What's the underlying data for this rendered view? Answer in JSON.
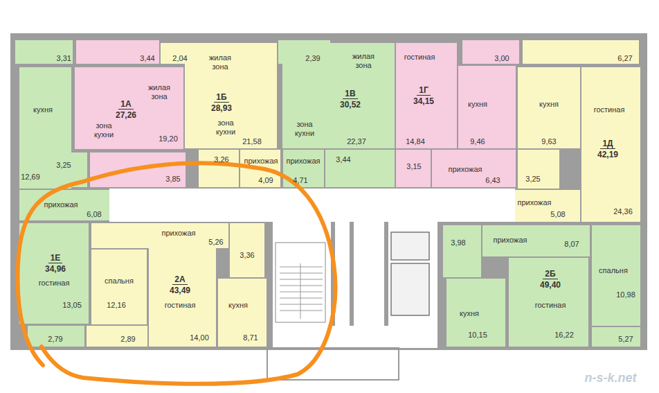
{
  "diagram": {
    "nodes": [
      {
        "text": [
          "3,31"
        ]
      },
      {
        "text": [
          "3,44"
        ]
      },
      {
        "text": [
          "2,04"
        ]
      },
      {
        "text": [
          "2,39"
        ]
      },
      {
        "text": [
          "3,00"
        ]
      },
      {
        "text": [
          "6,27"
        ]
      },
      {
        "text": [
          "кухня",
          "12,69"
        ]
      },
      {
        "text": [
          "жилая зона",
          "1А",
          "27,26",
          "зона кухни",
          "19,20"
        ]
      },
      {
        "text": [
          "жилая зона",
          "1Б",
          "28,93",
          "зона кухни",
          "21,58"
        ]
      },
      {
        "text": [
          "жилая зона",
          "1В",
          "30,52",
          "зона кухни",
          "22,37"
        ]
      },
      {
        "text": [
          "гостиная",
          "1Г",
          "34,15",
          "14,84"
        ]
      },
      {
        "text": [
          "кухня",
          "9,46"
        ]
      },
      {
        "text": [
          "кухня",
          "9,63"
        ]
      },
      {
        "text": [
          "гостиная",
          "1Д",
          "42,19",
          "24,36"
        ]
      },
      {
        "text": [
          "3,25"
        ]
      },
      {
        "text": [
          "3,85"
        ]
      },
      {
        "text": [
          "3,26"
        ]
      },
      {
        "text": [
          "прихожая",
          "4,09"
        ]
      },
      {
        "text": [
          "прихожая",
          "4,71"
        ]
      },
      {
        "text": [
          "3,44"
        ]
      },
      {
        "text": [
          "3,15"
        ]
      },
      {
        "text": [
          "прихожая",
          "6,43"
        ]
      },
      {
        "text": [
          "3,25"
        ]
      },
      {
        "text": [
          "прихожая",
          "6,08"
        ]
      },
      {
        "text": [
          "прихожая",
          "5,08"
        ]
      },
      {
        "text": [
          "1Е",
          "34,96",
          "гостиная",
          "13,05"
        ]
      },
      {
        "text": [
          "прихожая",
          "5,26"
        ]
      },
      {
        "text": [
          "3,36"
        ]
      },
      {
        "text": [
          "3,98"
        ]
      },
      {
        "text": [
          "прихожая",
          "8,07"
        ]
      },
      {
        "text": [
          "спальня",
          "10,98"
        ]
      },
      {
        "text": [
          "спальня",
          "12,16"
        ]
      },
      {
        "text": [
          "2А",
          "43,49",
          "гостиная",
          "14,00"
        ]
      },
      {
        "text": [
          "кухня",
          "8,71"
        ]
      },
      {
        "text": [
          "кухня",
          "10,15"
        ]
      },
      {
        "text": [
          "2Б",
          "49,40",
          "гостиная",
          "16,22"
        ]
      },
      {
        "text": [
          "2,79"
        ]
      },
      {
        "text": [
          "2,89"
        ]
      },
      {
        "text": [
          "5,27"
        ]
      }
    ],
    "labels": [
      "n-s-k.net"
    ]
  }
}
